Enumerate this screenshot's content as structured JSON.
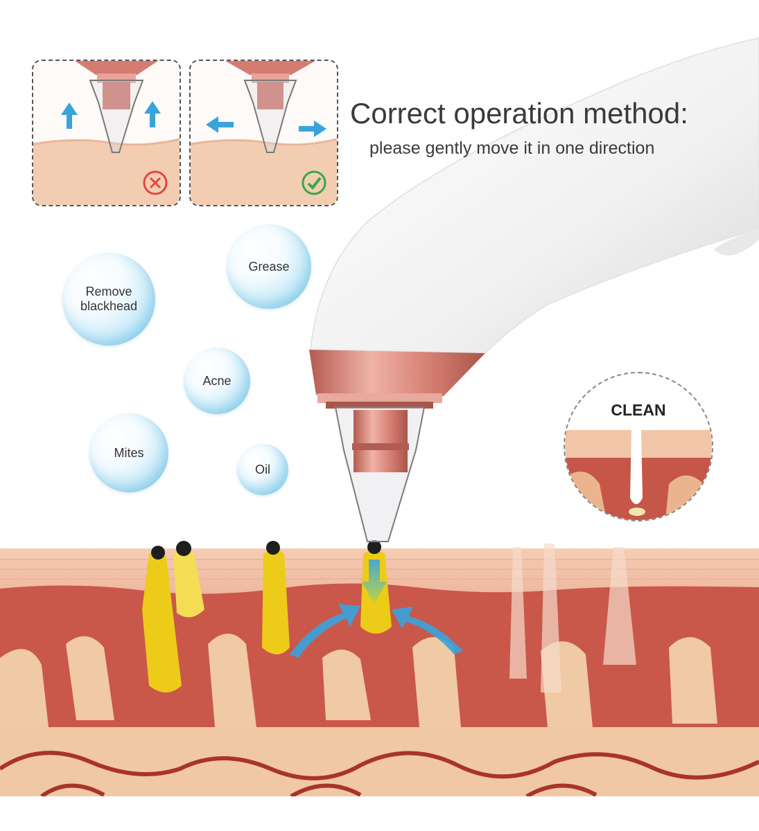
{
  "heading": {
    "title": "Correct operation method:",
    "subtitle": "please gently move it in one direction"
  },
  "panels": [
    {
      "id": "wrong",
      "status_icon": "cross-circle-icon",
      "arrows": "up-arrow-icon",
      "status_color": "#e2473f"
    },
    {
      "id": "right",
      "status_icon": "check-circle-icon",
      "arrows": "left-right-arrow-icon",
      "status_color": "#3aa64a"
    }
  ],
  "bubbles": {
    "remove_blackhead": "Remove\nblackhead",
    "grease": "Grease",
    "acne": "Acne",
    "mites": "Mites",
    "oil": "Oil"
  },
  "inset": {
    "label": "CLEAN"
  },
  "colors": {
    "device_white": "#f4f4f4",
    "rose_gold": "#d98a7f",
    "arrow_blue": "#3aa3dd",
    "sebum_yellow": "#f2d21c",
    "skin_top": "#f3cdb4",
    "dermis_red": "#c9574a"
  }
}
